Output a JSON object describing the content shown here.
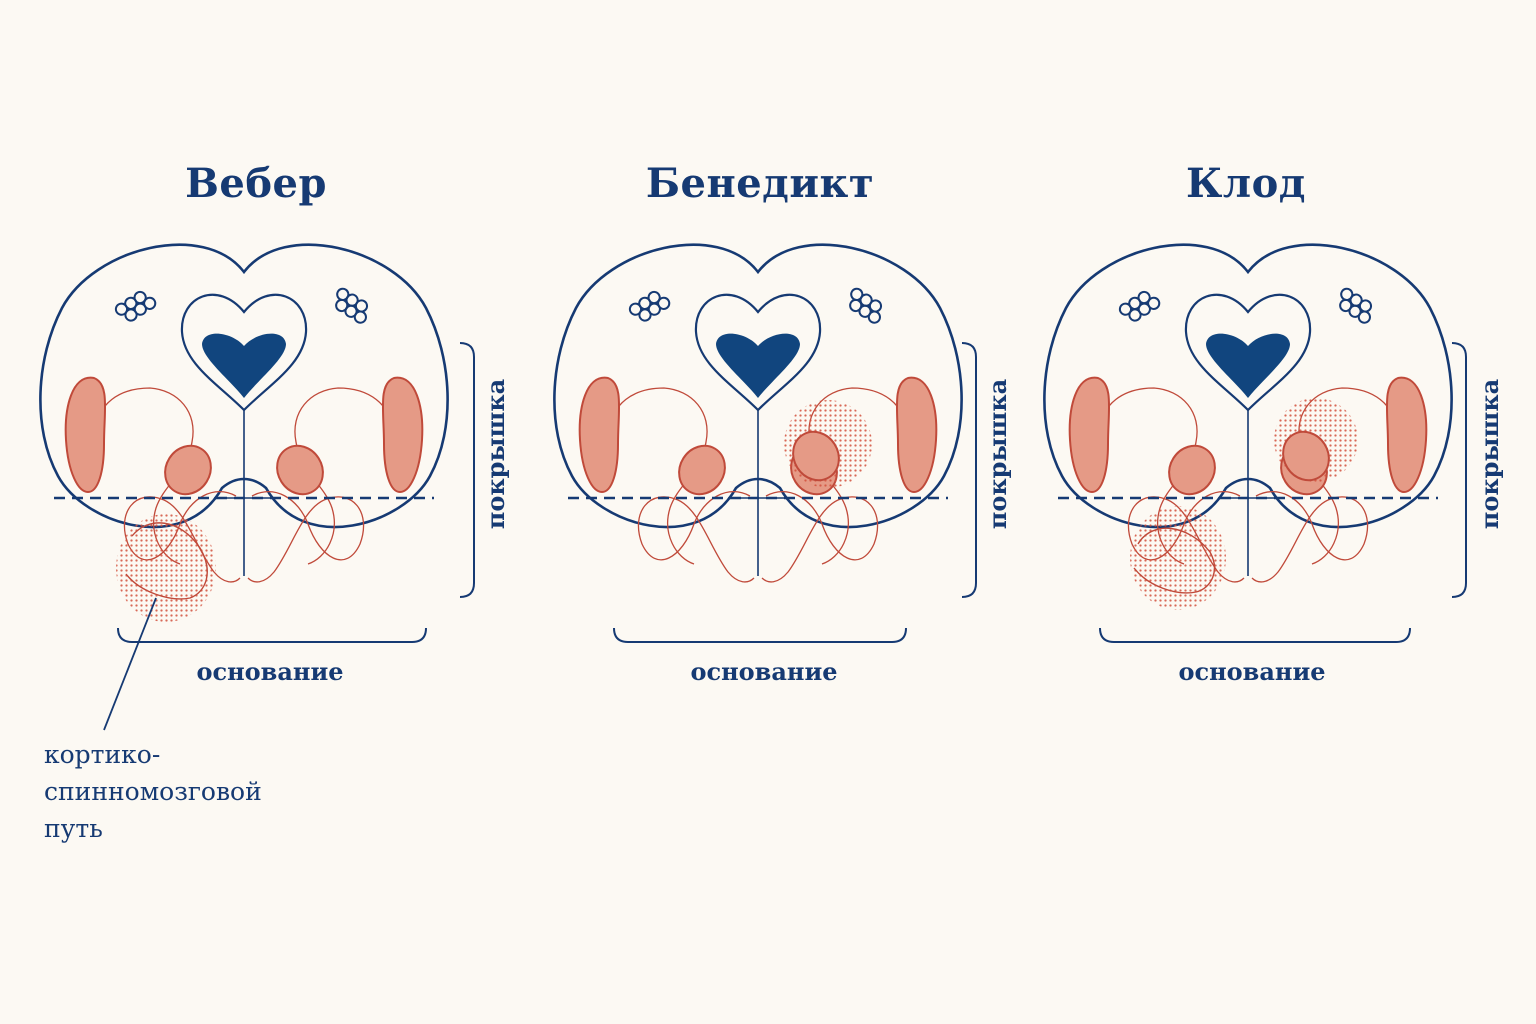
{
  "panels": [
    {
      "title": "Вебер",
      "lesion": [
        "cortico-spinal-tract"
      ]
    },
    {
      "title": "Бенедикт",
      "lesion": [
        "red-nucleus-area"
      ]
    },
    {
      "title": "Клод",
      "lesion": [
        "red-nucleus-area",
        "cerebral-peduncle-area"
      ]
    }
  ],
  "labels": {
    "tegmentum": "покрышка",
    "base": "основание",
    "corticospinal_line1": "кортико-",
    "corticospinal_line2": "спинномозговой",
    "corticospinal_line3": "путь"
  },
  "colors": {
    "outline": "#163a73",
    "aqueduct": "#11457e",
    "structure_fill": "#e59a86",
    "structure_stroke": "#c04a3a",
    "lesion_dots": "#d2503c",
    "background": "#fcf9f3"
  }
}
